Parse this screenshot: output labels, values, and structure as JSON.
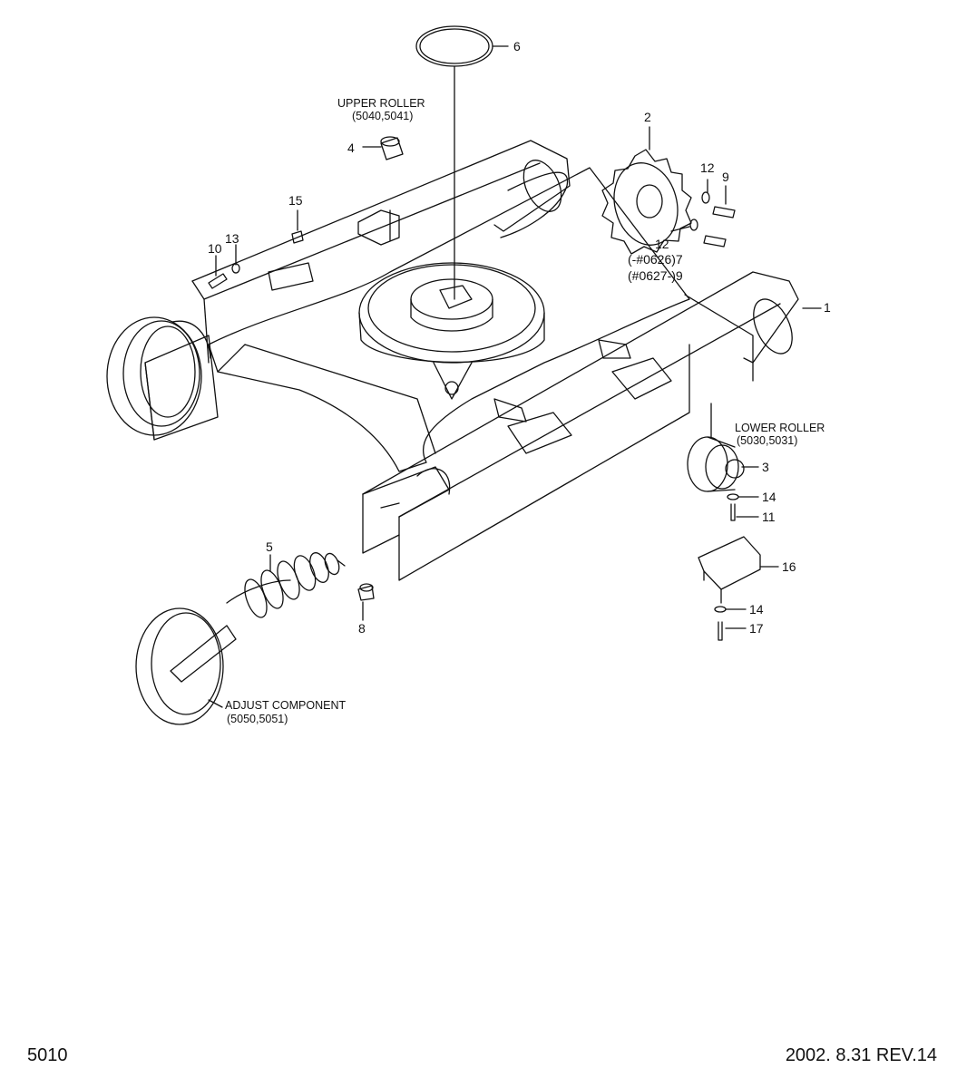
{
  "figure_number": "5010",
  "revision": "2002. 8.31 REV.14",
  "callouts": {
    "c1": "1",
    "c2": "2",
    "c3": "3",
    "c4": "4",
    "c5": "5",
    "c6": "6",
    "c7": "(-#0626)7",
    "c8": "8",
    "c9a": "9",
    "c9b": "(#0627-)9",
    "c10": "10",
    "c11": "11",
    "c12a": "12",
    "c12b": "12",
    "c13": "13",
    "c14a": "14",
    "c14b": "14",
    "c15": "15",
    "c16": "16",
    "c17": "17"
  },
  "assemblies": {
    "upper_roller": {
      "name": "UPPER ROLLER",
      "ref": "(5040,5041)"
    },
    "lower_roller": {
      "name": "LOWER ROLLER",
      "ref": "(5030,5031)"
    },
    "adjust_component": {
      "name": "ADJUST COMPONENT",
      "ref": "(5050,5051)"
    }
  },
  "colors": {
    "line": "#111111",
    "background": "#ffffff"
  }
}
